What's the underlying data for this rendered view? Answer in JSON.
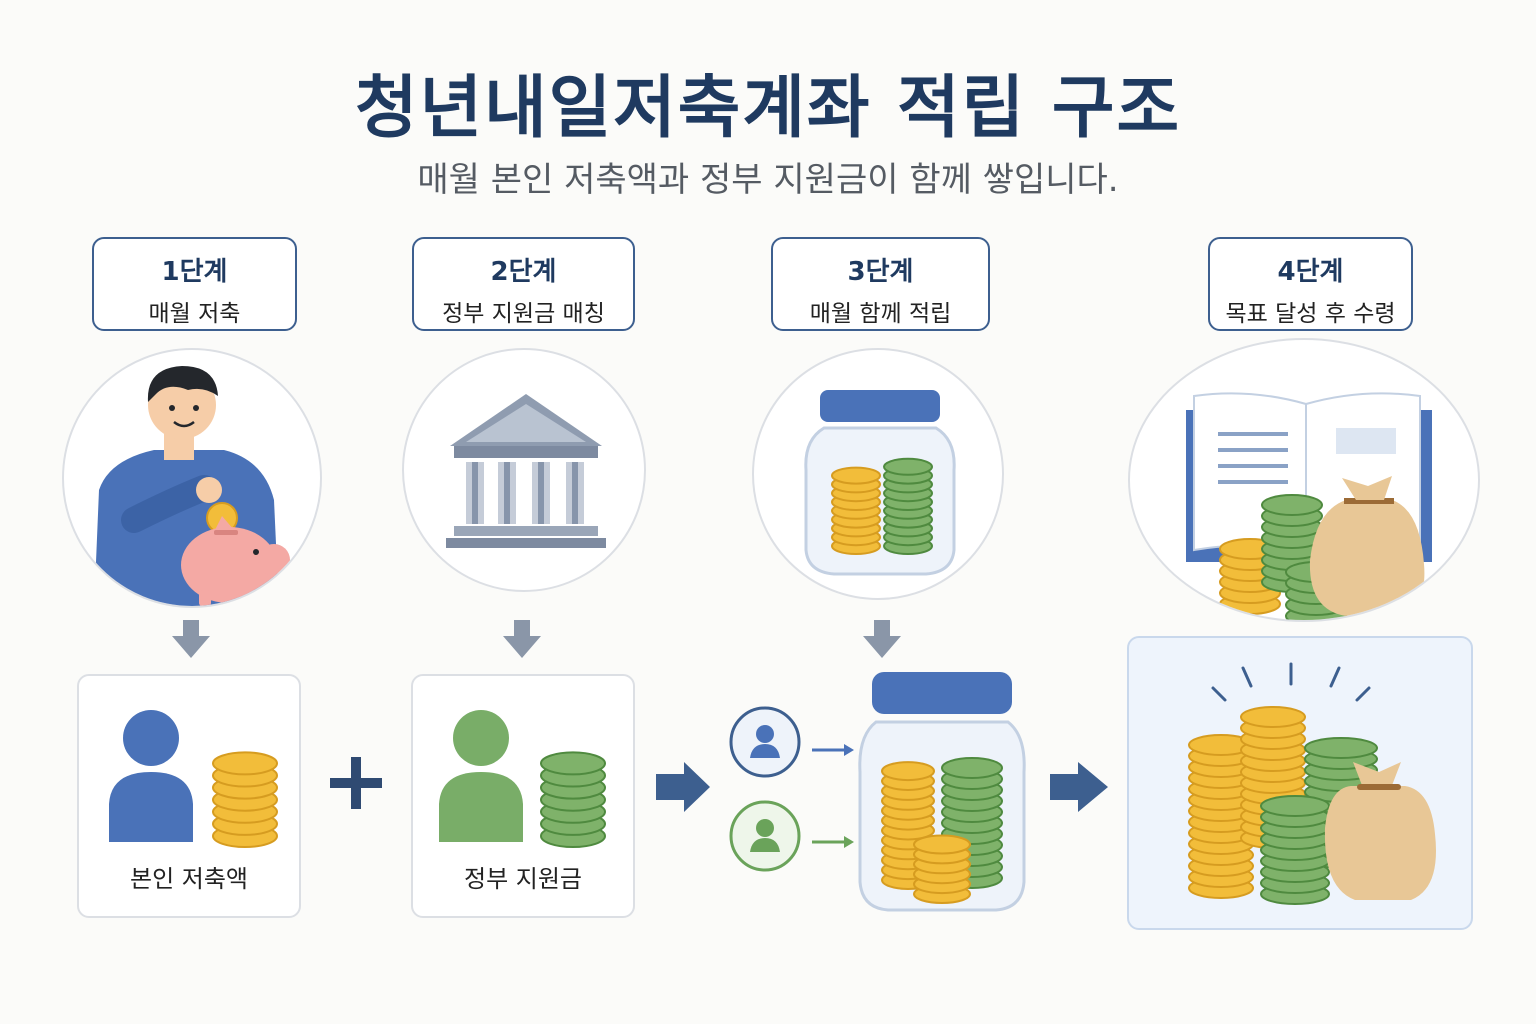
{
  "title": "청년내일저축계좌 적립 구조",
  "subtitle": "매월 본인 저축액과 정부 지원금이 함께 쌓입니다.",
  "steps": [
    {
      "num": "1단계",
      "desc": "매월 저축"
    },
    {
      "num": "2단계",
      "desc": "정부 지원금 매칭"
    },
    {
      "num": "3단계",
      "desc": "매월 함께 적립"
    },
    {
      "num": "4단계",
      "desc": "목표 달성 후 수령"
    }
  ],
  "cards": {
    "personal": "본인 저축액",
    "government": "정부 지원금"
  },
  "colors": {
    "navy": "#1f3a60",
    "blue": "#4a72b8",
    "green": "#6aa35a",
    "gold": "#f2bd3a",
    "arrow_gray": "#8a96a8"
  }
}
